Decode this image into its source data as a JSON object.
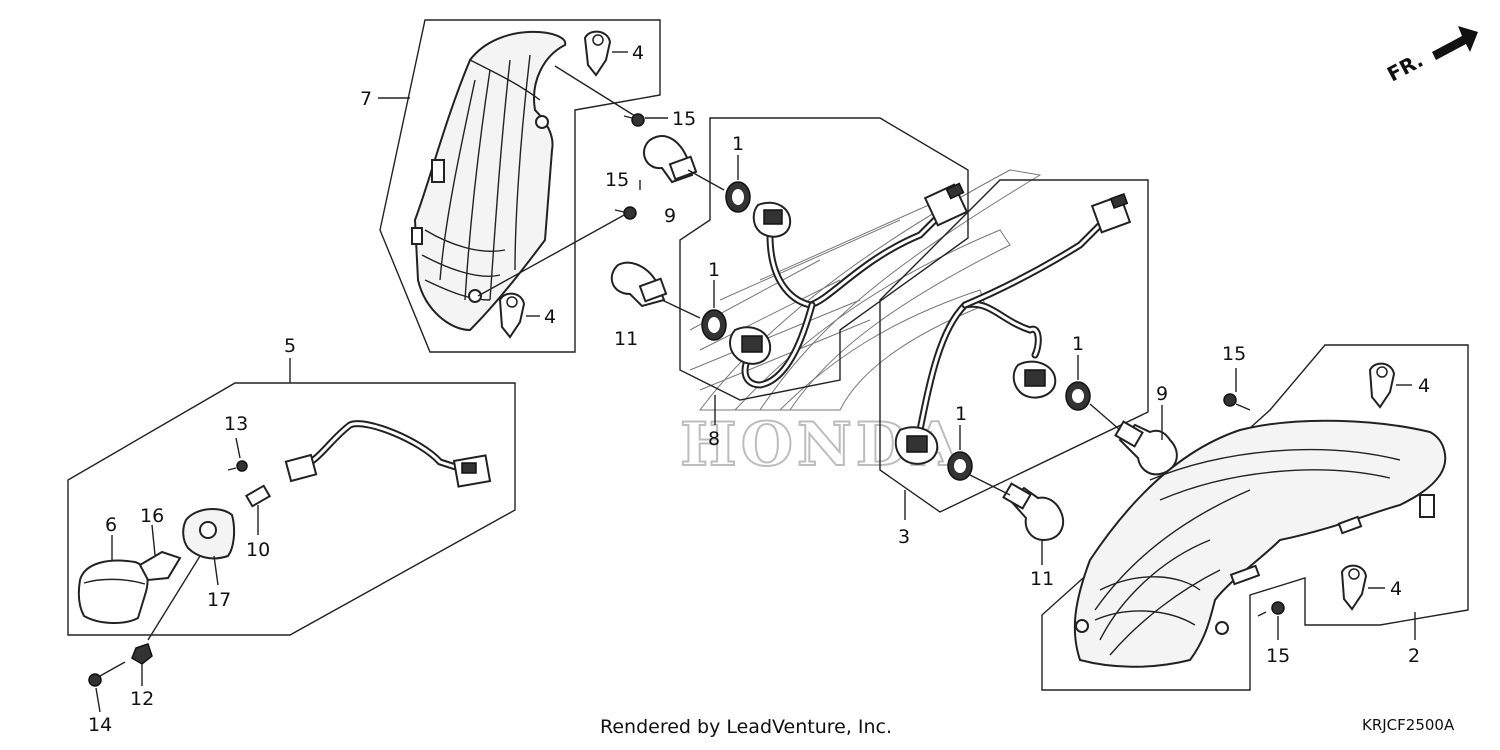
{
  "footer": {
    "credit": "Rendered by LeadVenture, Inc.",
    "part_code": "KRJCF2500A"
  },
  "watermark": "HONDA",
  "direction_label": "FR.",
  "callouts": {
    "c1a": "1",
    "c1b": "1",
    "c1c": "1",
    "c1d": "1",
    "c2": "2",
    "c3": "3",
    "c4a": "4",
    "c4b": "4",
    "c4c": "4",
    "c4d": "4",
    "c5": "5",
    "c6": "6",
    "c7": "7",
    "c8": "8",
    "c9a": "9",
    "c9b": "9",
    "c10": "10",
    "c11a": "11",
    "c11b": "11",
    "c12": "12",
    "c13": "13",
    "c14": "14",
    "c15a": "15",
    "c15b": "15",
    "c15c": "15",
    "c15d": "15",
    "c16": "16",
    "c17": "17"
  }
}
